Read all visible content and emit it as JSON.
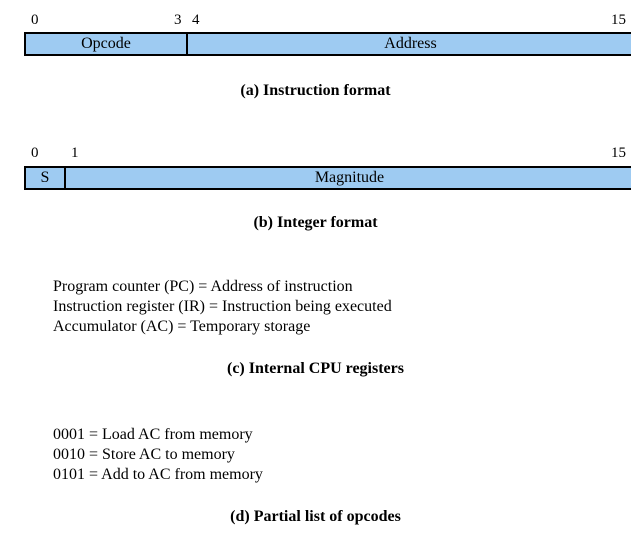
{
  "instruction_format": {
    "bits": {
      "start": "0",
      "opcode_end": "3",
      "address_start": "4",
      "end": "15"
    },
    "fields": {
      "opcode": "Opcode",
      "address": "Address"
    },
    "caption": "(a) Instruction format"
  },
  "integer_format": {
    "bits": {
      "start": "0",
      "magnitude_start": "1",
      "end": "15"
    },
    "fields": {
      "sign": "S",
      "magnitude": "Magnitude"
    },
    "caption": "(b) Integer format"
  },
  "registers": {
    "lines": [
      "Program counter (PC) = Address of instruction",
      "Instruction register (IR) = Instruction being executed",
      "Accumulator (AC) = Temporary storage"
    ],
    "caption": "(c) Internal CPU registers"
  },
  "opcodes": {
    "lines": [
      "0001 = Load AC from memory",
      "0010 = Store AC to memory",
      "0101 = Add to AC from memory"
    ],
    "caption": "(d) Partial list of opcodes"
  },
  "colors": {
    "field_fill": "#9ecbf2",
    "border": "#000000"
  }
}
